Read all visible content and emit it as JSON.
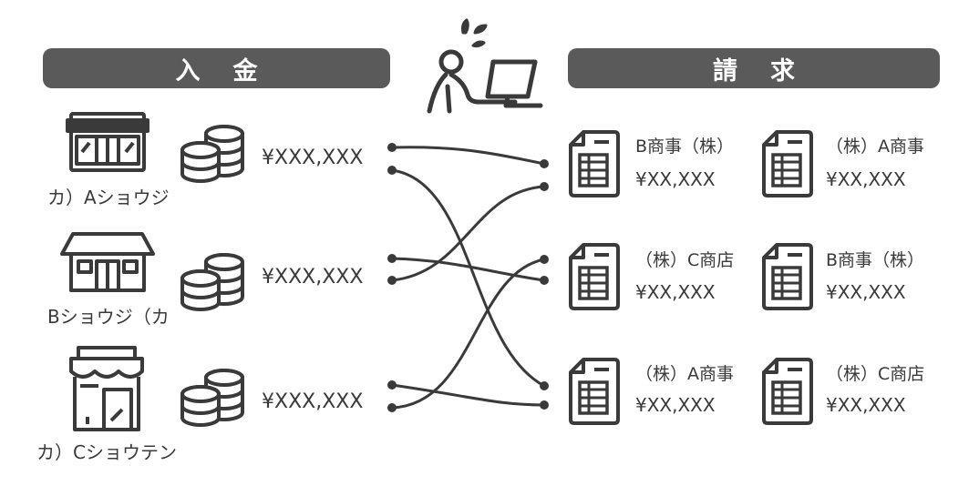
{
  "headers": {
    "deposit": "入金",
    "billing": "請求"
  },
  "stores": [
    {
      "name": "カ）Aショウジ",
      "amount": "¥XXX,XXX",
      "icon": "convenience-store-icon"
    },
    {
      "name": "Bショウジ（カ",
      "amount": "¥XXX,XXX",
      "icon": "house-shop-icon"
    },
    {
      "name": "カ）Cショウテン",
      "amount": "¥XXX,XXX",
      "icon": "awning-shop-icon"
    }
  ],
  "invoices": [
    {
      "name": "B商事（株）",
      "amount": "¥XX,XXX"
    },
    {
      "name": "（株）A商事",
      "amount": "¥XX,XXX"
    },
    {
      "name": "（株）C商店",
      "amount": "¥XX,XXX"
    },
    {
      "name": "B商事（株）",
      "amount": "¥XX,XXX"
    },
    {
      "name": "（株）A商事",
      "amount": "¥XX,XXX"
    },
    {
      "name": "（株）C商店",
      "amount": "¥XX,XXX"
    }
  ],
  "icons": {
    "worker": "stressed-worker-icon",
    "coins": "coin-stack-icon",
    "invoice": "invoice-document-icon"
  },
  "colors": {
    "header_bg": "#5a5a5a",
    "ink": "#3a3a3a"
  }
}
